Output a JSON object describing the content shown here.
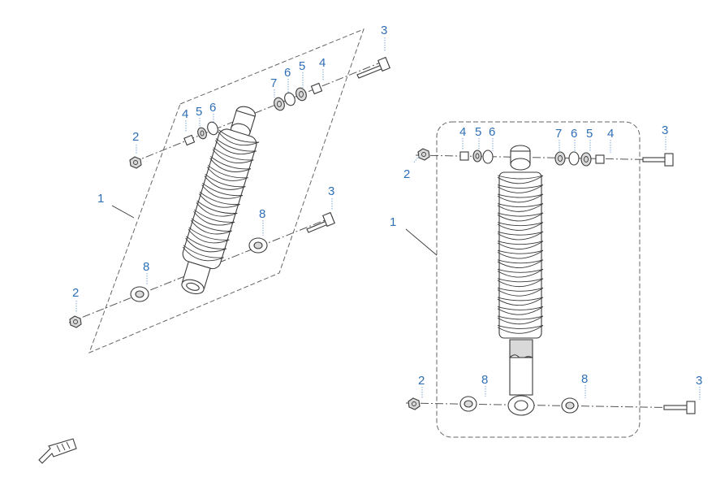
{
  "callouts": {
    "left_1": "1",
    "left_2a": "2",
    "left_2b": "2",
    "left_3a": "3",
    "left_3b": "3",
    "left_4a": "4",
    "left_4b": "4",
    "left_5a": "5",
    "left_5b": "5",
    "left_6a": "6",
    "left_6b": "6",
    "left_7": "7",
    "left_8a": "8",
    "left_8b": "8",
    "right_1": "1",
    "right_2a": "2",
    "right_2b": "2",
    "right_3a": "3",
    "right_3b": "3",
    "right_4a": "4",
    "right_4b": "4",
    "right_5a": "5",
    "right_5b": "5",
    "right_6a": "6",
    "right_6b": "6",
    "right_7": "7",
    "right_8a": "8",
    "right_8b": "8"
  },
  "colors": {
    "callout": "#2f6fb6",
    "line": "#3a3a3a"
  },
  "icons": {
    "direction_arrow": "front-direction-arrow-icon"
  }
}
